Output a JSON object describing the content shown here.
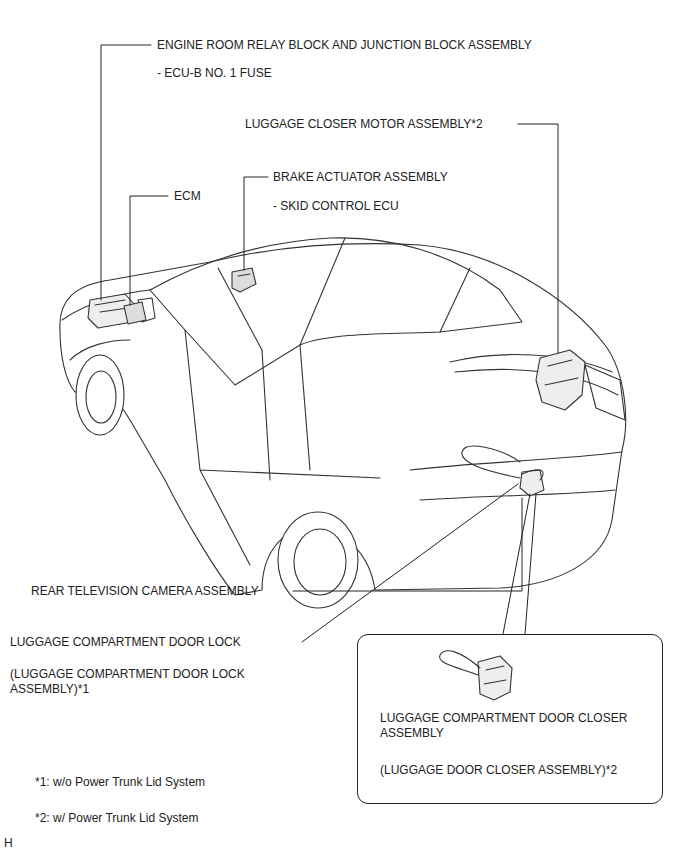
{
  "diagram": {
    "nodes": [
      {
        "text": [
          "LUGGAGE COMPARTMENT DOOR CLOSER ASSEMBLY",
          "(LUGGAGE DOOR CLOSER ASSEMBLY)*2"
        ]
      }
    ],
    "labels": [
      "ENGINE ROOM RELAY BLOCK AND JUNCTION BLOCK ASSEMBLY",
      "- ECU-B NO. 1 FUSE",
      "LUGGAGE CLOSER MOTOR ASSEMBLY*2",
      "BRAKE ACTUATOR ASSEMBLY",
      "- SKID CONTROL ECU",
      "ECM",
      "REAR TELEVISION CAMERA ASSEMBLY",
      "LUGGAGE COMPARTMENT DOOR LOCK",
      "(LUGGAGE COMPARTMENT DOOR LOCK ASSEMBLY)*1",
      "*1: w/o Power Trunk Lid System",
      "*2: w/ Power Trunk Lid System",
      "H"
    ]
  }
}
